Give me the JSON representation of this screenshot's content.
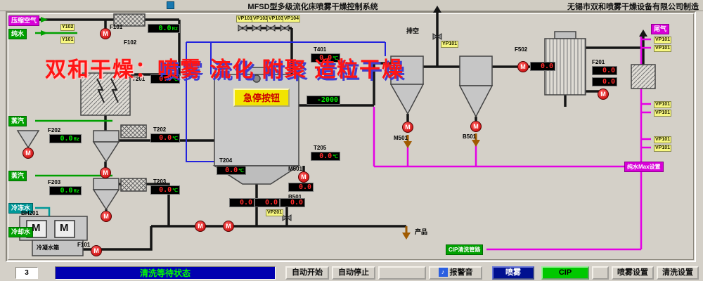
{
  "titlebar": {
    "title": "MFSD型多级流化床喷雾干燥控制系统",
    "company": "无锡市双和喷雾干燥设备有限公司制造"
  },
  "watermark": {
    "brand": "双和干燥：",
    "slogan": "喷雾 流化 附聚 造粒干燥"
  },
  "chamber": {
    "estop": "急停按钮"
  },
  "glyphs": {
    "m": "M"
  },
  "icons": {
    "alarm": "♪"
  },
  "pipe_labels": {
    "compressed_air": "压缩空气",
    "pure_water": "纯水",
    "steam_1": "蒸汽",
    "steam_2": "蒸汽",
    "chilled_water": "冷冻水",
    "cooling_water": "冷却水",
    "tail_gas": "尾气",
    "vent": "排空",
    "product": "产品",
    "pure_water_max": "纯水Max设置",
    "cip_line": "CIP清洗管路"
  },
  "equipment": {
    "bh201": "BH201",
    "condensate_tank": "冷凝水箱",
    "f101_top": "F101",
    "f101_pump": "F101"
  },
  "instruments": {
    "f102": {
      "id": "F102",
      "value": "0.0",
      "unit": "Hz"
    },
    "t201": {
      "id": "T201",
      "value": "0.0",
      "unit": "℃"
    },
    "f202": {
      "id": "F202",
      "value": "0.0",
      "unit": "Hz"
    },
    "t202": {
      "id": "T202",
      "value": "0.0",
      "unit": "℃"
    },
    "f203": {
      "id": "F203",
      "value": "0.0",
      "unit": "Hz"
    },
    "t203": {
      "id": "T203",
      "value": "0.0",
      "unit": "℃"
    },
    "t204": {
      "id": "T204",
      "value": "0.0",
      "unit": "℃"
    },
    "t205": {
      "id": "T205",
      "value": "0.0",
      "unit": "℃"
    },
    "t401": {
      "id": "T401",
      "value": "0.0",
      "unit": "℃"
    },
    "vacuum": {
      "value": "-2000"
    },
    "bottom_1": {
      "value": "0.0"
    },
    "bottom_2": {
      "value": "0.0"
    },
    "bottom_3": {
      "value": "0.0"
    },
    "center": {
      "m_label": "M501",
      "b_label": "B501",
      "value": "0.0"
    },
    "cyclone_a": {
      "label": "M501"
    },
    "cyclone_b": {
      "label": "B501"
    },
    "f502": {
      "id": "F502",
      "value": "0.0"
    },
    "f201": {
      "id": "F201",
      "value": "0.0",
      "value2": "0.0"
    }
  },
  "valves": {
    "y102": "Y102",
    "y101": "Y101",
    "vp101": "VP101",
    "vp102": "VP102",
    "vp103": "VP103",
    "vp104": "VP104",
    "yp101": "YP101",
    "vp201": "VP201",
    "right": [
      "VP101",
      "VP101",
      "VP101",
      "VP101",
      "VP101",
      "VP101"
    ]
  },
  "controlbar": {
    "counter": "3",
    "status": "清洗等待状态",
    "auto_start": "自动开始",
    "auto_stop": "自动停止",
    "alarm_mute": "报警音",
    "spray": "喷雾",
    "cip": "CIP",
    "spray_settings": "喷雾设置",
    "clean_settings": "清洗设置"
  }
}
